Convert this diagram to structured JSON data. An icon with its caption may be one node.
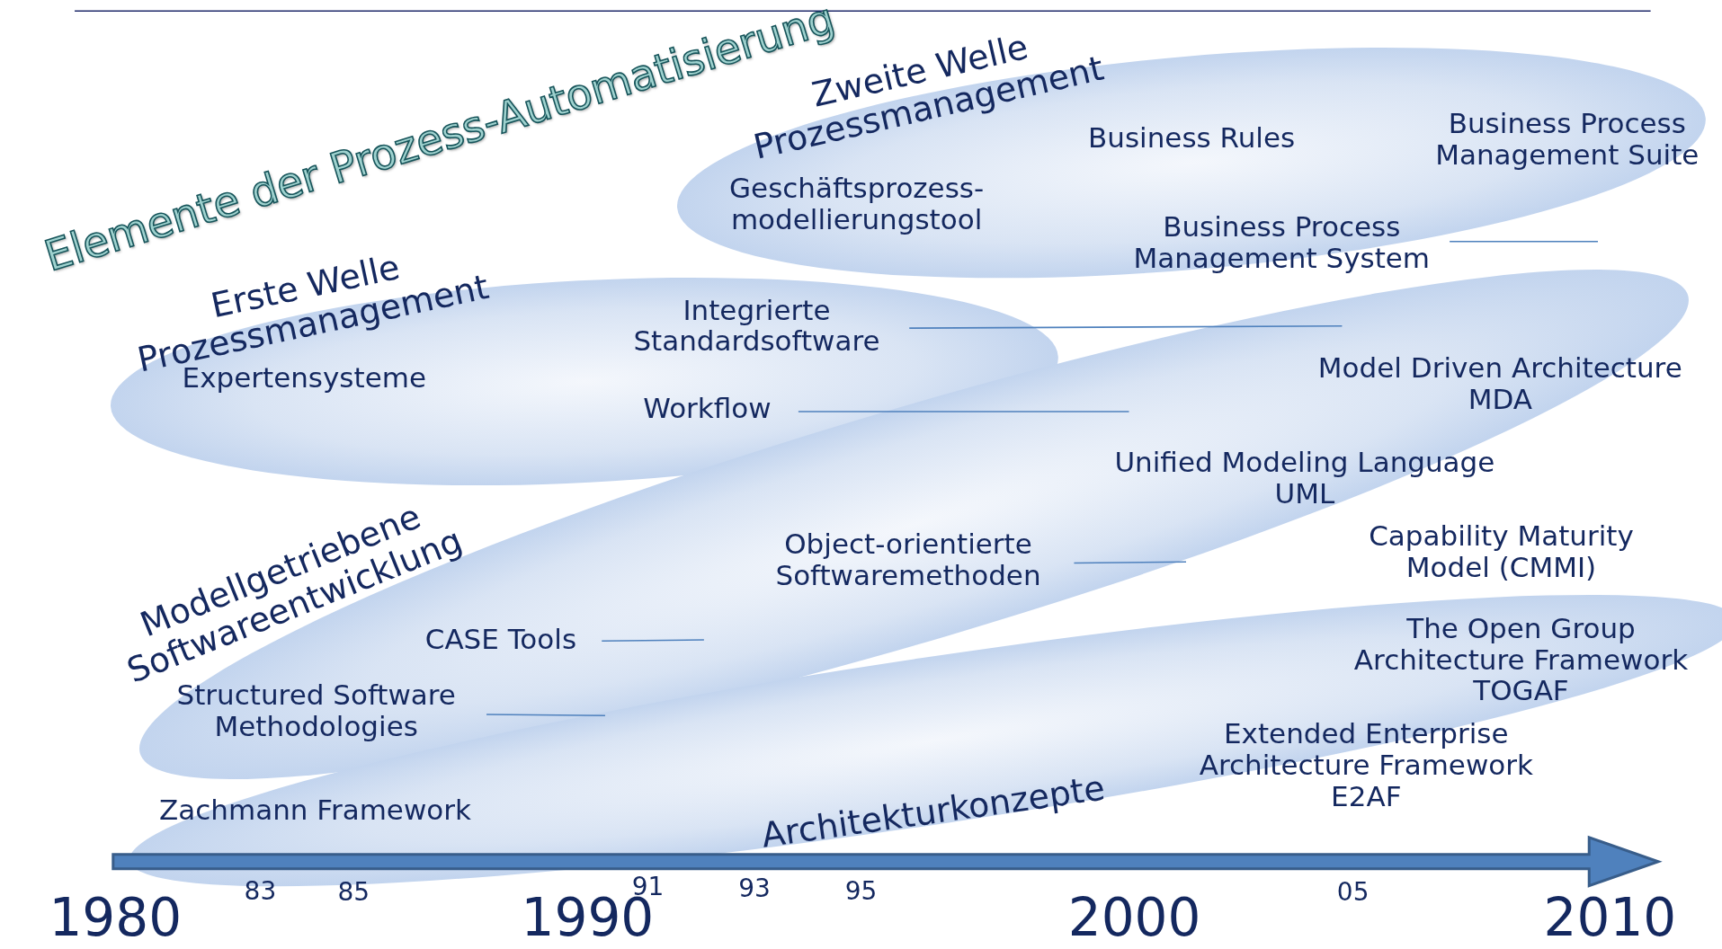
{
  "diagram": {
    "title": "Elemente der Prozess-Automatisierung",
    "nodes": [
      {
        "text": [
          "Zweite Welle Prozessmanagement"
        ]
      },
      {
        "text": [
          "Geschäftsprozess- modellierungstool"
        ],
        "in": 0
      },
      {
        "text": [
          "Business Rules"
        ],
        "in": 0
      },
      {
        "text": [
          "Business Process Management Suite"
        ],
        "in": 0
      },
      {
        "text": [
          "Business Process Management System"
        ],
        "in": 0
      },
      {
        "text": [
          "Erste Welle Prozessmanagement"
        ]
      },
      {
        "text": [
          "Integrierte Standardsoftware"
        ],
        "in": 5
      },
      {
        "text": [
          "Expertensysteme"
        ],
        "in": 5
      },
      {
        "text": [
          "Workflow"
        ],
        "in": 5
      },
      {
        "text": [
          "Modellgetriebene Softwareentwicklung"
        ]
      },
      {
        "text": [
          "Model Driven Architecture MDA"
        ],
        "in": 9
      },
      {
        "text": [
          "Unified Modeling Language UML"
        ],
        "in": 9
      },
      {
        "text": [
          "Object-orientierte Softwaremethoden"
        ],
        "in": 9
      },
      {
        "text": [
          "CASE Tools"
        ],
        "in": 9
      },
      {
        "text": [
          "Structured Software Methodologies"
        ],
        "in": 9
      },
      {
        "text": [
          "Architekturkonzepte"
        ]
      },
      {
        "text": [
          "The Open Group Architecture Framework TOGAF"
        ],
        "in": 15
      },
      {
        "text": [
          "Extended Enterprise Architecture Framework E2AF"
        ]
      },
      {
        "text": [
          "Zachmann Framework"
        ],
        "in": 15
      }
    ],
    "edges": [],
    "labels": [
      "Capability Maturity Model (CMMI)",
      "83",
      "85",
      "91",
      "93",
      "95",
      "05",
      "1980",
      "1990",
      "2000",
      "2010"
    ]
  }
}
